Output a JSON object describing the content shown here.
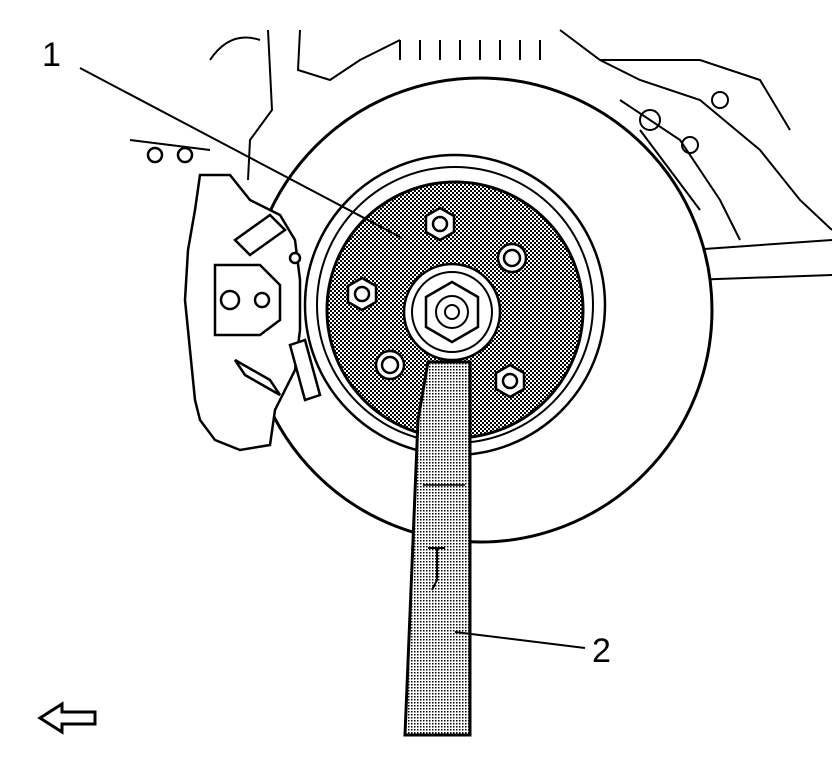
{
  "diagram": {
    "callouts": [
      {
        "id": "1",
        "label": "1"
      },
      {
        "id": "2",
        "label": "2"
      }
    ],
    "direction_icon": "left-arrow-icon",
    "colors": {
      "line": "#000000",
      "background": "#ffffff",
      "hatch": "#000000"
    }
  }
}
